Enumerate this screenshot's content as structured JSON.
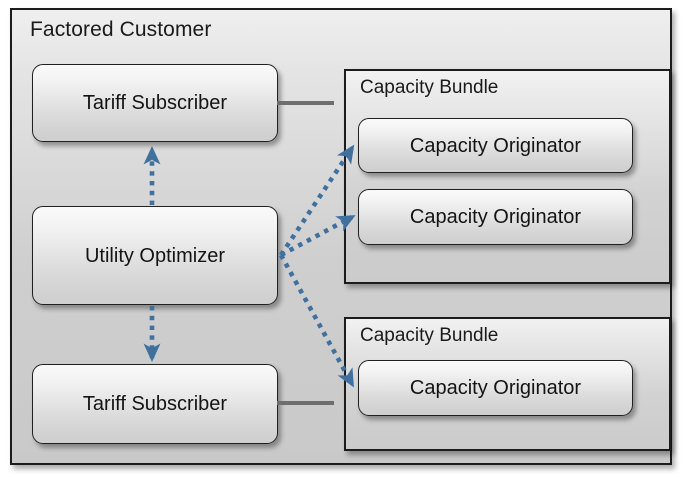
{
  "diagram": {
    "title": "Factored Customer",
    "outer_container_label": "Factored Customer",
    "colors": {
      "arrow_blue": "#40719E",
      "solid_connector_gray": "#6E6E6E",
      "node_border": "#202020",
      "panel_background": "#d2d2d2",
      "canvas_background": "#ffffff"
    },
    "bundles": [
      {
        "title": "Capacity Bundle",
        "originators": [
          {
            "label": "Capacity Originator"
          },
          {
            "label": "Capacity Originator"
          }
        ]
      },
      {
        "title": "Capacity Bundle",
        "originators": [
          {
            "label": "Capacity Originator"
          }
        ]
      }
    ],
    "nodes": {
      "tariff_subscriber_top": "Tariff Subscriber",
      "utility_optimizer": "Utility Optimizer",
      "tariff_subscriber_bottom": "Tariff Subscriber",
      "originator_top_a": "Capacity Originator",
      "originator_top_b": "Capacity Originator",
      "originator_bottom_a": "Capacity Originator"
    },
    "connections": [
      {
        "from": "Tariff Subscriber (top)",
        "to": "Capacity Bundle (top)",
        "style": "solid",
        "arrow": "none"
      },
      {
        "from": "Tariff Subscriber (bottom)",
        "to": "Capacity Bundle (bottom)",
        "style": "solid",
        "arrow": "none"
      },
      {
        "from": "Utility Optimizer",
        "to": "Tariff Subscriber (top)",
        "style": "dotted",
        "arrow": "end"
      },
      {
        "from": "Utility Optimizer",
        "to": "Tariff Subscriber (bottom)",
        "style": "dotted",
        "arrow": "end"
      },
      {
        "from": "Utility Optimizer",
        "to": "Capacity Originator (top a)",
        "style": "dotted",
        "arrow": "end"
      },
      {
        "from": "Utility Optimizer",
        "to": "Capacity Originator (top b)",
        "style": "dotted",
        "arrow": "end"
      },
      {
        "from": "Utility Optimizer",
        "to": "Capacity Originator (bottom a)",
        "style": "dotted",
        "arrow": "end"
      }
    ]
  }
}
